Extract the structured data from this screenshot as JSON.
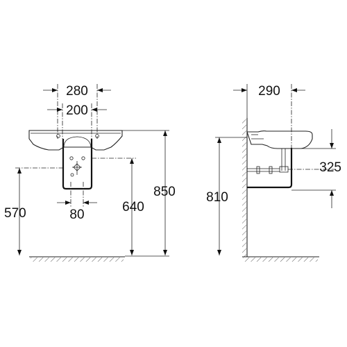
{
  "front_view": {
    "width_outer": "280",
    "width_inner": "200",
    "pedestal_width": "80",
    "height_bottom": "570",
    "height_pedestal": "640",
    "height_total": "850"
  },
  "side_view": {
    "depth": "290",
    "trap_height": "325",
    "height_total": "810"
  }
}
